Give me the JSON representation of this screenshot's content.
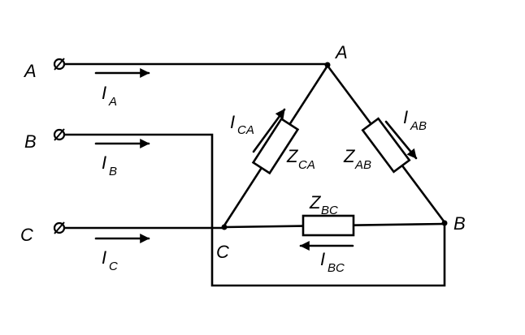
{
  "terminals": [
    {
      "id": "A",
      "label": "A"
    },
    {
      "id": "B",
      "label": "B"
    },
    {
      "id": "C",
      "label": "C"
    }
  ],
  "nodes": {
    "A": "A",
    "B": "B",
    "C": "C"
  },
  "line_currents": {
    "A": {
      "symbol": "I",
      "sub": "A"
    },
    "B": {
      "symbol": "I",
      "sub": "B"
    },
    "C": {
      "symbol": "I",
      "sub": "C"
    }
  },
  "phase_currents": {
    "AB": {
      "symbol": "I",
      "sub": "AB"
    },
    "BC": {
      "symbol": "I",
      "sub": "BC"
    },
    "CA": {
      "symbol": "I",
      "sub": "CA"
    }
  },
  "impedances": {
    "AB": {
      "symbol": "Z",
      "sub": "AB"
    },
    "BC": {
      "symbol": "Z",
      "sub": "BC"
    },
    "CA": {
      "symbol": "Z",
      "sub": "CA"
    }
  }
}
